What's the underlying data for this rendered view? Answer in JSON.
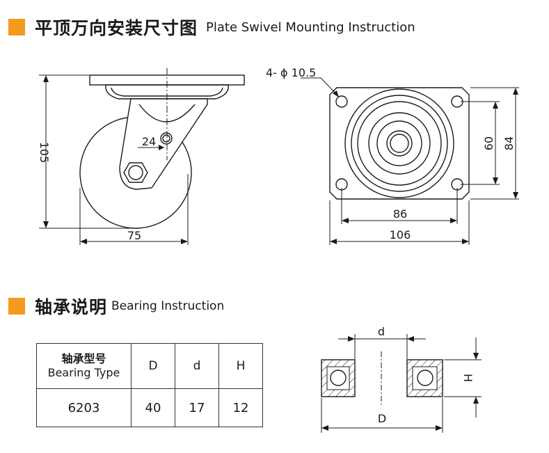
{
  "section1": {
    "title_cn": "平顶万向安装尺寸图",
    "title_en": "Plate Swivel Mounting Instruction"
  },
  "section2": {
    "title_cn": "轴承说明",
    "title_en": "Bearing Instruction"
  },
  "side_view": {
    "height": "105",
    "width": "75",
    "offset": "24"
  },
  "top_view": {
    "hole": "4- ϕ 10.5",
    "inner_w": "86",
    "outer_w": "106",
    "inner_h": "60",
    "outer_h": "84"
  },
  "bearing_table": {
    "header": {
      "model_cn": "轴承型号",
      "model_en": "Bearing Type",
      "D": "D",
      "d": "d",
      "H": "H"
    },
    "row": {
      "model": "6203",
      "D": "40",
      "d": "17",
      "H": "12"
    }
  },
  "bearing_drawing": {
    "d": "d",
    "D": "D",
    "H": "H"
  }
}
